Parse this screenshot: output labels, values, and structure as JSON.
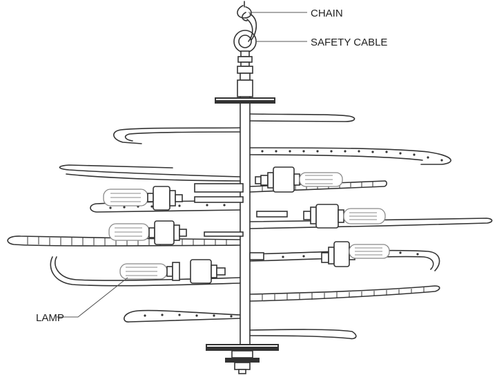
{
  "labels": {
    "chain": "CHAIN",
    "safety_cable": "SAFETY CABLE",
    "lamp": "LAMP"
  }
}
